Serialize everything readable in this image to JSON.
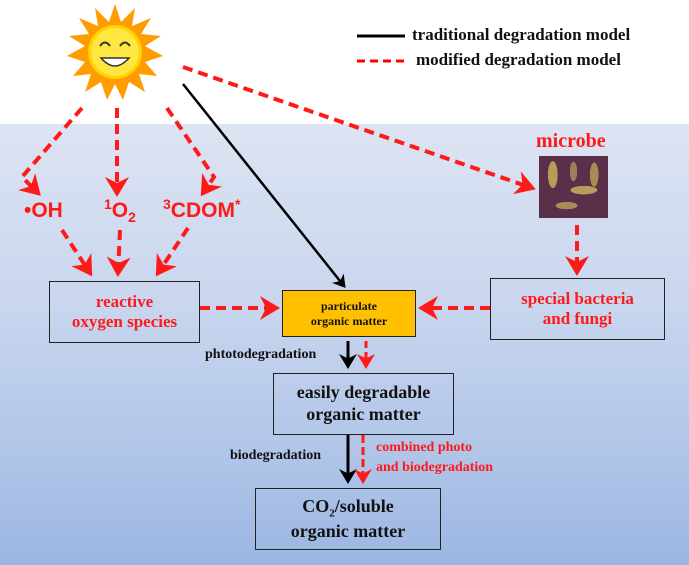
{
  "legend": {
    "traditional_label": "traditional degradation model",
    "modified_label": "modified degradation model",
    "traditional_color": "#000000",
    "modified_color": "#ff0000"
  },
  "sun": {
    "icon": "smiling-sun-icon"
  },
  "species": {
    "oh": "•OH",
    "singlet_oxygen_sup": "1",
    "singlet_oxygen_base": "O",
    "singlet_oxygen_sub": "2",
    "cdom_sup": "3",
    "cdom_base": "CDOM",
    "cdom_star": "*"
  },
  "microbe": {
    "label": "microbe",
    "icon": "bacteria-image"
  },
  "boxes": {
    "ros": [
      "reactive",
      "oxygen species"
    ],
    "pom": [
      "particulate",
      "organic matter"
    ],
    "bacteria": [
      "special bacteria",
      "and fungi"
    ],
    "edom": [
      "easily degradable",
      "organic matter"
    ],
    "co2_prefix": "CO",
    "co2_sub": "2",
    "co2_rest": "/soluble",
    "co2_line2": "organic matter"
  },
  "labels": {
    "photodegradation": "phtotodegradation",
    "biodegradation": "biodegradation",
    "combined_line1": "combined photo",
    "combined_line2": "and biodegradation"
  },
  "colors": {
    "pom_fill": "#ffc000",
    "red": "#ff1a1a"
  }
}
